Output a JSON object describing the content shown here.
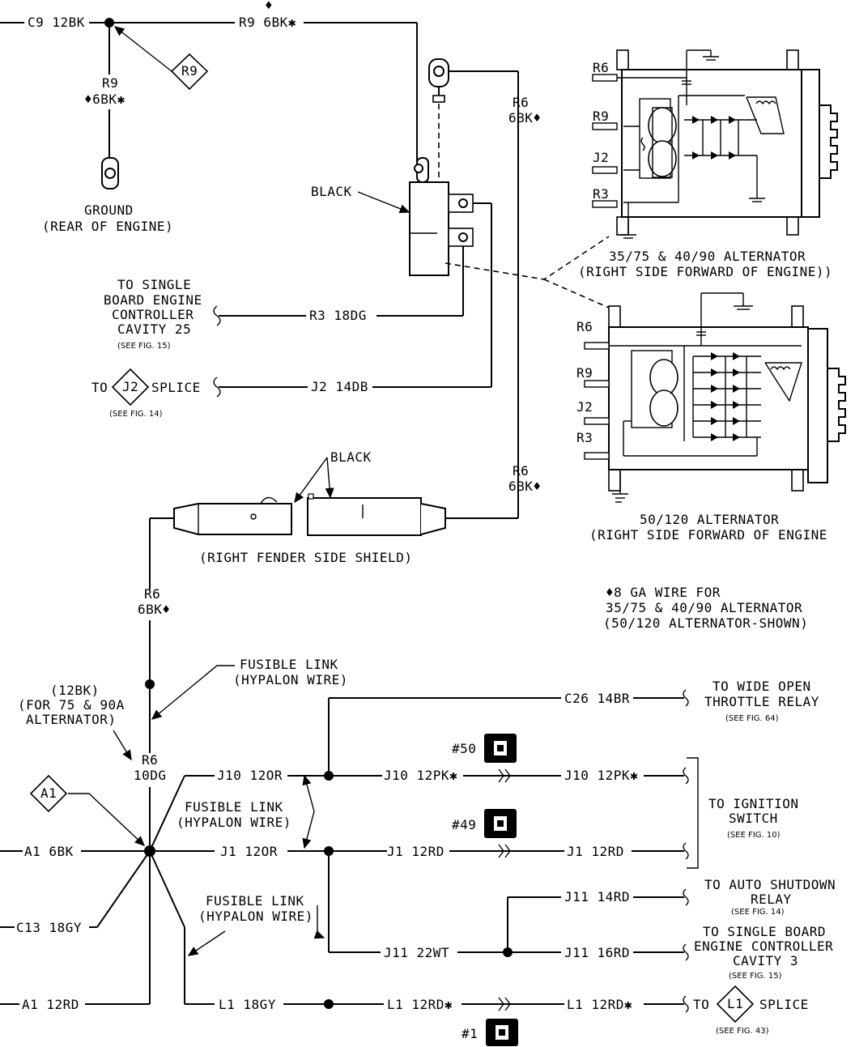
{
  "wires": {
    "c9": "C9 12BK",
    "r9_top": "R9 6BK✱",
    "r9_a": "R9",
    "r9_b": "♦6BK✱",
    "r6_a": "R6",
    "r6_b": "6BK♦",
    "r3": "R3 18DG",
    "j2": "J2 14DB",
    "r6_10dg_a": "R6",
    "r6_10dg_b": "10DG",
    "c26": "C26 14BR",
    "j10_12or": "J10 12OR",
    "j10_12pk_a": "J10 12PK✱",
    "j10_12pk_b": "J10 12PK✱",
    "a1_6bk": "A1 6BK",
    "j1_12or": "J1 12OR",
    "j1_12rd_a": "J1 12RD",
    "j1_12rd_b": "J1 12RD",
    "j11_14rd": "J11 14RD",
    "c13": "C13 18GY",
    "j11_22wt": "J11 22WT",
    "j11_16rd": "J11 16RD",
    "a1_12rd": "A1 12RD",
    "l1_18gy": "L1 18GY",
    "l1_12rd_a": "L1 12RD✱",
    "l1_12rd_b": "L1 12RD✱"
  },
  "badges": {
    "r9": "R9",
    "j2": "J2",
    "a1": "A1",
    "l1": "L1"
  },
  "connectors": {
    "c50": "#50",
    "c49": "#49",
    "c1": "#1"
  },
  "labels": {
    "ground_1": "GROUND",
    "ground_2": "(REAR OF ENGINE)",
    "black_1": "BLACK",
    "black_2": "BLACK",
    "controller_1": "TO SINGLE",
    "controller_2": "BOARD ENGINE",
    "controller_3": "CONTROLLER",
    "controller_4": "CAVITY 25",
    "see_fig_15a": "(SEE FIG. 15)",
    "to_j2_to": "TO",
    "to_j2_splice": "SPLICE",
    "see_fig_14a": "(SEE FIG. 14)",
    "alt1_1": "35/75 & 40/90 ALTERNATOR",
    "alt1_2": "(RIGHT SIDE FORWARD OF ENGINE))",
    "alt2_1": "50/120 ALTERNATOR",
    "alt2_2": "(RIGHT SIDE FORWARD OF ENGINE",
    "shield": "(RIGHT FENDER SIDE SHIELD)",
    "note_1": "♦8 GA WIRE FOR",
    "note_2": "35/75 & 40/90 ALTERNATOR",
    "note_3": "(50/120 ALTERNATOR-SHOWN)",
    "fusible1_1": "FUSIBLE LINK",
    "fusible1_2": "(HYPALON WIRE)",
    "alt12bk_1": "(12BK)",
    "alt12bk_2": "(FOR 75 & 90A",
    "alt12bk_3": "ALTERNATOR)",
    "wot_1": "TO WIDE OPEN",
    "wot_2": "THROTTLE RELAY",
    "see_fig_64": "(SEE FIG. 64)",
    "fusible2_1": "FUSIBLE LINK",
    "fusible2_2": "(HYPALON WIRE)",
    "ign_1": "TO IGNITION",
    "ign_2": "SWITCH",
    "see_fig_10": "(SEE FIG. 10)",
    "asd_1": "TO AUTO SHUTDOWN",
    "asd_2": "RELAY",
    "see_fig_14b": "(SEE FIG. 14)",
    "fusible3_1": "FUSIBLE LINK",
    "fusible3_2": "(HYPALON WIRE)",
    "sbec_1": "TO SINGLE BOARD",
    "sbec_2": "ENGINE CONTROLLER",
    "sbec_3": "CAVITY 3",
    "see_fig_15b": "(SEE FIG. 15)",
    "to_l1_to": "TO",
    "to_l1_splice": "SPLICE",
    "see_fig_43": "(SEE FIG. 43)",
    "alt1_r6": "R6",
    "alt1_r9": "R9",
    "alt1_j2": "J2",
    "alt1_r3": "R3",
    "alt2_r6": "R6",
    "alt2_r9": "R9",
    "alt2_j2": "J2",
    "alt2_r3": "R3"
  }
}
